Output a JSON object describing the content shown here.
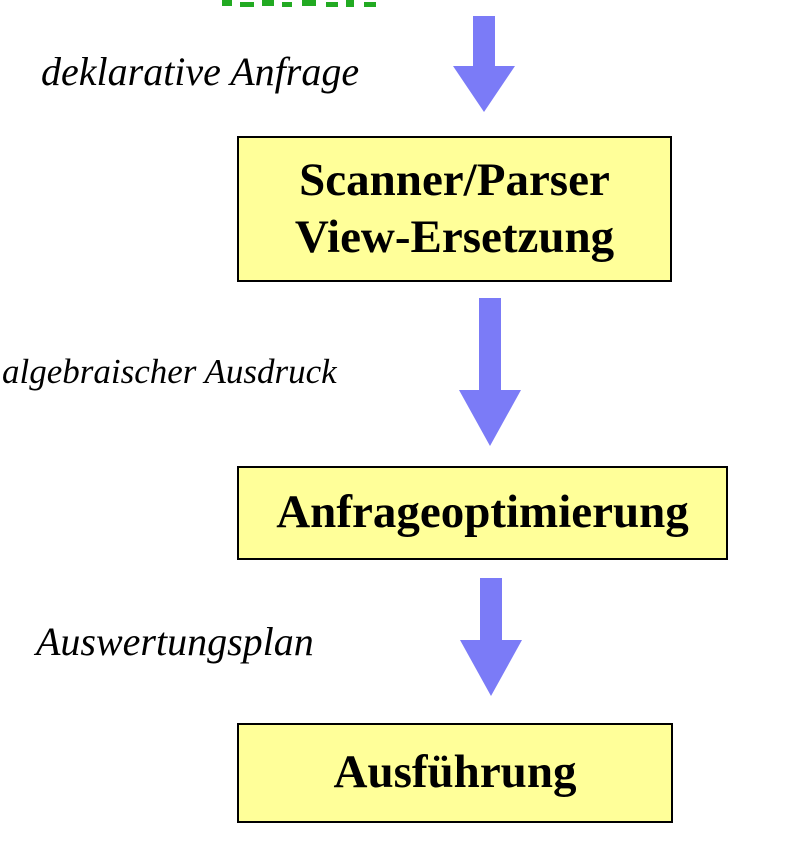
{
  "colors": {
    "box_fill": "#ffff99",
    "box_border": "#000000",
    "arrow": "#7b7bf7",
    "text": "#000000",
    "header_fragment": "#22aa22"
  },
  "icons": {
    "arrow": "down-arrow-icon"
  },
  "flow": {
    "input_label": "deklarative Anfrage",
    "box1": {
      "line1": "Scanner/Parser",
      "line2": "View-Ersetzung"
    },
    "label2": "algebraischer Ausdruck",
    "box2": {
      "line1": "Anfrageoptimierung"
    },
    "label3": "Auswertungsplan",
    "box3": {
      "line1": "Ausführung"
    }
  }
}
